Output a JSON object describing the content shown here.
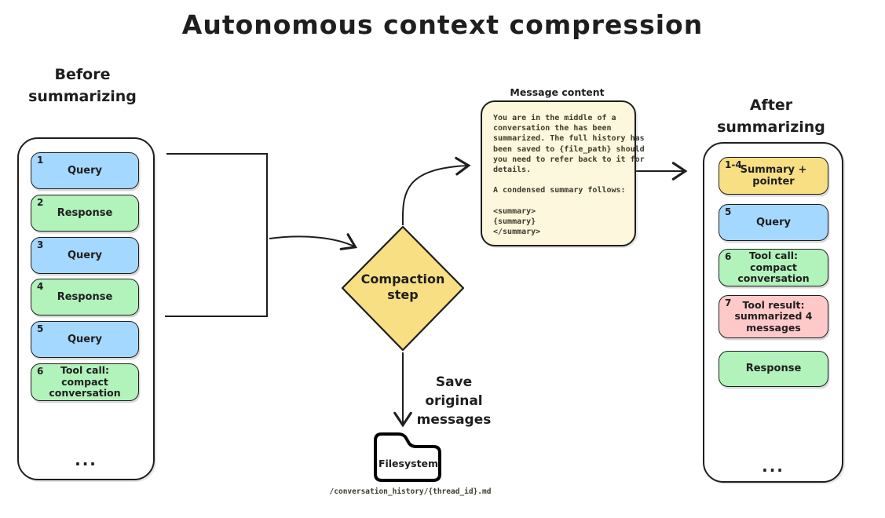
{
  "diagram": {
    "title": "Autonomous context compression"
  },
  "colors": {
    "blue": "#a5d8ff",
    "green": "#b2f2bb",
    "yellow": "#f8df84",
    "pink": "#ffc9c9",
    "note_bg": "#fdf7dd",
    "ink": "#1e1e1e"
  },
  "before": {
    "label": "Before\nsummarizing",
    "messages": [
      {
        "num": "1",
        "label": "Query",
        "color": "blue"
      },
      {
        "num": "2",
        "label": "Response",
        "color": "green"
      },
      {
        "num": "3",
        "label": "Query",
        "color": "blue"
      },
      {
        "num": "4",
        "label": "Response",
        "color": "green"
      },
      {
        "num": "5",
        "label": "Query",
        "color": "blue"
      },
      {
        "num": "6",
        "label": "Tool call:\ncompact conversation",
        "color": "green"
      }
    ],
    "ellipsis": "..."
  },
  "after": {
    "label": "After\nsummarizing",
    "messages": [
      {
        "num": "1-4",
        "label": "Summary +\npointer",
        "color": "yellow"
      },
      {
        "num": "5",
        "label": "Query",
        "color": "blue"
      },
      {
        "num": "6",
        "label": "Tool call:\ncompact conversation",
        "color": "green"
      },
      {
        "num": "7",
        "label": "Tool result:\nsummarized 4\nmessages",
        "color": "pink"
      },
      {
        "num": "",
        "label": "Response",
        "color": "green"
      }
    ],
    "ellipsis": "..."
  },
  "note": {
    "label": "Message content",
    "body": "You are in the middle of a\nconversation the has been\nsummarized. The full history has\nbeen saved to {file_path} should\nyou need to refer back to it for\ndetails.\n\nA condensed summary follows:\n\n<summary>\n{summary}\n</summary>"
  },
  "compaction": {
    "label": "Compaction\nstep"
  },
  "save_arrow": {
    "label": "Save original\nmessages"
  },
  "filesystem": {
    "label": "Filesystem",
    "path": "/conversation_history/{thread_id}.md"
  }
}
